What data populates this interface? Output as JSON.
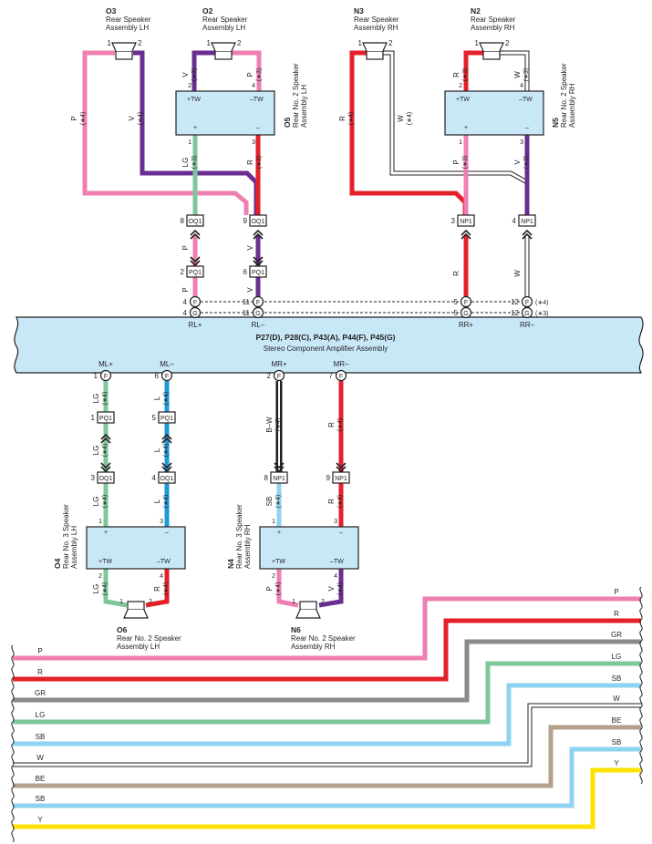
{
  "colors": {
    "P": "#ee7fb0",
    "V": "#6a2d91",
    "R": "#e4202a",
    "LG": "#7dc79a",
    "L": "#1e9ad6",
    "SB": "#8fd3f2",
    "GR": "#8a8a8c",
    "BE": "#b5a08c",
    "Y": "#fde100",
    "W": "#ffffff",
    "black": "#231f20",
    "box": "#c8e8f8"
  },
  "components": {
    "o3": {
      "id": "O3",
      "line1": "Rear Speaker",
      "line2": "Assembly LH"
    },
    "o2": {
      "id": "O2",
      "line1": "Rear Speaker",
      "line2": "Assembly LH"
    },
    "n3": {
      "id": "N3",
      "line1": "Rear Speaker",
      "line2": "Assembly RH"
    },
    "n2": {
      "id": "N2",
      "line1": "Rear Speaker",
      "line2": "Assembly RH"
    },
    "o5": {
      "id": "O5",
      "line1": "Rear No. 2 Speaker",
      "line2": "Assembly LH"
    },
    "n5": {
      "id": "N5",
      "line1": "Rear No. 2 Speaker",
      "line2": "Assembly RH"
    },
    "o4": {
      "id": "O4",
      "line1": "Rear No. 3 Speaker",
      "line2": "Assembly LH"
    },
    "n4": {
      "id": "N4",
      "line1": "Rear No. 3 Speaker",
      "line2": "Assembly RH"
    },
    "o6": {
      "id": "O6",
      "line1": "Rear No. 2 Speaker",
      "line2": "Assembly LH"
    },
    "n6": {
      "id": "N6",
      "line1": "Rear No. 2 Speaker",
      "line2": "Assembly RH"
    }
  },
  "amplifier": {
    "title": "P27(D), P28(C), P43(A), P44(F), P45(G)",
    "subtitle": "Stereo Component Amplifier Assembly",
    "top_labels": [
      "RL+",
      "RL–",
      "RR+",
      "RR–"
    ],
    "bottom_labels": [
      "ML+",
      "ML–",
      "MR+",
      "MR–"
    ]
  },
  "module_terminals": {
    "tw_plus": "+TW",
    "tw_minus": "–TW",
    "plus": "+",
    "minus": "–"
  },
  "connectors": {
    "oq1": "OQ1",
    "pq1": "PQ1",
    "np1": "NP1"
  },
  "terminals": {
    "f": "F",
    "g": "G"
  },
  "notes": {
    "n3": "(∗3)",
    "n4": "(∗4)"
  },
  "wire_codes": {
    "P": "P",
    "V": "V",
    "R": "R",
    "W": "W",
    "LG": "LG",
    "L": "L",
    "BW": "B–W",
    "SB": "SB"
  },
  "pins": {
    "p1": "1",
    "p2": "2",
    "p3": "3",
    "p4": "4",
    "p5": "5",
    "p6": "6",
    "p7": "7",
    "p8": "8",
    "p9": "9",
    "p11": "11",
    "p12": "12"
  },
  "legend": {
    "left": [
      "P",
      "R",
      "GR",
      "LG",
      "SB",
      "W",
      "BE",
      "SB",
      "Y"
    ],
    "right": [
      "P",
      "R",
      "GR",
      "LG",
      "SB",
      "W",
      "BE",
      "SB",
      "Y"
    ]
  }
}
